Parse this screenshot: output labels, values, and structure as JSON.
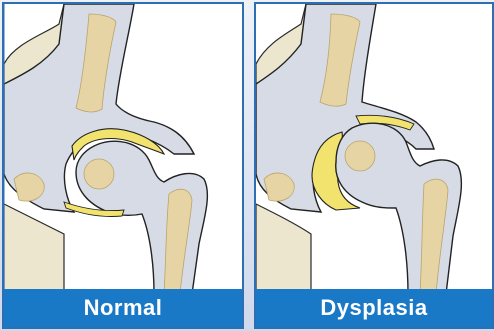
{
  "panels": [
    {
      "id": "normal",
      "label": "Normal"
    },
    {
      "id": "dysplasia",
      "label": "Dysplasia"
    }
  ],
  "colors": {
    "frame": "#2e6fb4",
    "caption_bg": "#1a79c6",
    "caption_text": "#ffffff",
    "bone_cortex": "#d8dde8",
    "marrow": "#e7d6a9",
    "cartilage": "#f2e26e",
    "soft_tissue": "#ede7d1",
    "outline": "#222222"
  }
}
